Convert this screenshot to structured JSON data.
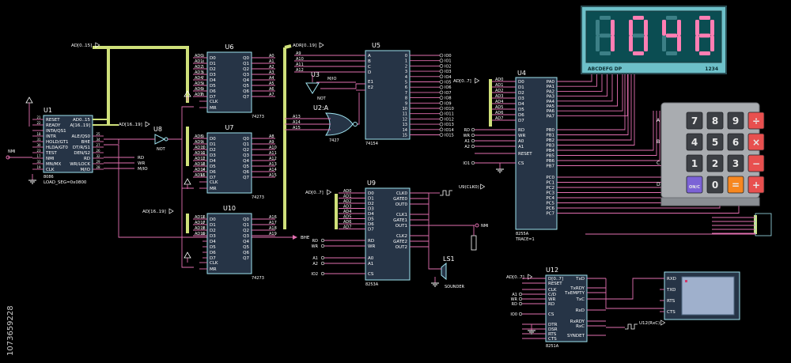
{
  "colors": {
    "background": "#000000",
    "wire": "#e26fb0",
    "bus": "#cfe07a",
    "chip_border": "#9fe4f0",
    "chip_fill": "#263446",
    "text": "#ffffff",
    "seg_on": "#ff7eb3",
    "seg_off": "#3c7f86",
    "display_bg": "#6dc0c9",
    "keypad_body": "#a9acb0",
    "key_dark": "#3c3f44",
    "key_red": "#e8504f",
    "key_orange": "#f7871f",
    "key_purple": "#7b62d6",
    "rx_panel": "#9fb0cc"
  },
  "watermark": "1073659228",
  "u1": {
    "ref": "U1",
    "part": "8086",
    "note": "LOAD_SEG=0x0800",
    "left_pins": [
      "RESET",
      "READY",
      "INTA/QS1",
      "INTR",
      "HOLD/GT1",
      "HLDA/GT0",
      "TEST",
      "NMI",
      "MN/MX",
      "CLK"
    ],
    "left_nums": [
      "21",
      "22",
      "",
      "18",
      "31",
      "30",
      "23",
      "17",
      "33",
      "19"
    ],
    "right_pins": [
      "AD0..15",
      "A[16..19]",
      "",
      "ALE/QS0",
      "BHE",
      "DT/R/S1",
      "DEN/S2",
      "RD",
      "WR/LOCK",
      "M/IO"
    ],
    "right_nums": [
      "",
      "",
      "",
      "25",
      "34",
      "27",
      "26",
      "32",
      "29",
      "28"
    ]
  },
  "u8": {
    "ref": "U8",
    "part": "NOT"
  },
  "u6": {
    "ref": "U6",
    "part": "74273",
    "in_nets": [
      "AD0",
      "AD1",
      "AD2",
      "AD3",
      "AD4",
      "AD5",
      "AD6",
      "AD7"
    ],
    "out_nets": [
      "A0",
      "A1",
      "A2",
      "A3",
      "A4",
      "A5",
      "A6",
      "A7"
    ],
    "d_pins": [
      "D0",
      "D1",
      "D2",
      "D3",
      "D4",
      "D5",
      "D6",
      "D7"
    ],
    "q_pins": [
      "Q0",
      "Q1",
      "Q2",
      "Q3",
      "Q4",
      "Q5",
      "Q6",
      "Q7"
    ],
    "ctrl": [
      "CLK",
      "MR"
    ]
  },
  "u7": {
    "ref": "U7",
    "part": "74273",
    "in_nets": [
      "AD8",
      "AD9",
      "AD10",
      "AD11",
      "AD12",
      "AD13",
      "AD14",
      "AD15"
    ],
    "out_nets": [
      "A8",
      "A9",
      "A10",
      "A11",
      "A12",
      "A13",
      "A14",
      "A15"
    ],
    "d_pins": [
      "D0",
      "D1",
      "D2",
      "D3",
      "D4",
      "D5",
      "D6",
      "D7"
    ],
    "q_pins": [
      "Q0",
      "Q1",
      "Q2",
      "Q3",
      "Q4",
      "Q5",
      "Q6",
      "Q7"
    ],
    "ctrl": [
      "CLK",
      "MR"
    ]
  },
  "u10": {
    "ref": "U10",
    "part": "74273",
    "in_nets": [
      "AD16",
      "AD17",
      "AD18",
      "AD19",
      "",
      "",
      "",
      ""
    ],
    "out_nets": [
      "A16",
      "A17",
      "A18",
      "A19",
      "",
      "",
      "",
      ""
    ],
    "d_pins": [
      "D0",
      "D1",
      "D2",
      "D3",
      "D4",
      "D5",
      "D6",
      "D7"
    ],
    "q_pins": [
      "Q0",
      "Q1",
      "Q2",
      "Q3",
      "Q4",
      "Q5",
      "Q6",
      "Q7"
    ],
    "ctrl": [
      "CLK",
      "MR"
    ]
  },
  "u5": {
    "ref": "U5",
    "part": "74154",
    "in_nets": [
      "A9",
      "A10",
      "A11",
      "A12"
    ],
    "in_pins": [
      "A",
      "B",
      "C",
      "D"
    ],
    "enable_pins": [
      "E1",
      "E2"
    ],
    "outputs": [
      "IO0",
      "IO1",
      "IO2",
      "IO3",
      "IO4",
      "IO5",
      "IO6",
      "IO7",
      "IO8",
      "IO9",
      "IO10",
      "IO11",
      "IO12",
      "IO13",
      "IO14",
      "IO15"
    ]
  },
  "u3": {
    "ref": "U3",
    "part": "NOT"
  },
  "u2a": {
    "ref": "U2:A",
    "part": "7427",
    "in_nets": [
      "A13",
      "A14",
      "A15"
    ]
  },
  "u9": {
    "ref": "U9",
    "part": "8253A",
    "in_nets": [
      "AD0",
      "AD1",
      "AD2",
      "AD3",
      "AD4",
      "AD5",
      "AD6",
      "AD7"
    ],
    "d_pins": [
      "D0",
      "D1",
      "D2",
      "D3",
      "D4",
      "D5",
      "D6",
      "D7"
    ],
    "ctrl_nets": [
      "RD",
      "WR",
      "A1",
      "A2",
      "IO2"
    ],
    "ctrl_pins": [
      "RD",
      "WR",
      "A0",
      "A1",
      "CS"
    ],
    "out_pins": [
      "CLK0",
      "GATE0",
      "OUT0",
      "CLK1",
      "GATE1",
      "OUT1",
      "CLK2",
      "GATE2",
      "OUT2"
    ],
    "probe": "U9(CLK0)"
  },
  "u4": {
    "ref": "U4",
    "part": "8255A",
    "note": "TRACE=1",
    "in_nets": [
      "AD0",
      "AD1",
      "AD2",
      "AD3",
      "AD4",
      "AD5",
      "AD6",
      "AD7"
    ],
    "d_pins": [
      "D0",
      "D1",
      "D2",
      "D3",
      "D4",
      "D5",
      "D6",
      "D7"
    ],
    "ctrl_nets": [
      "RD",
      "WR",
      "A1",
      "A2",
      "",
      "IO1"
    ],
    "ctrl_pins": [
      "RD",
      "WR",
      "A0",
      "A1",
      "RESET",
      "CS"
    ],
    "pa": [
      "PA0",
      "PA1",
      "PA2",
      "PA3",
      "PA4",
      "PA5",
      "PA6",
      "PA7"
    ],
    "pb": [
      "PB0",
      "PB1",
      "PB2",
      "PB3",
      "PB4",
      "PB5",
      "PB6",
      "PB7"
    ],
    "pc": [
      "PC0",
      "PC1",
      "PC2",
      "PC3",
      "PC4",
      "PC5",
      "PC6",
      "PC7"
    ]
  },
  "u12": {
    "ref": "U12",
    "part": "8251A",
    "left_pins": [
      "D[0..7]",
      "RESET",
      "CLK",
      "C/D",
      "WR",
      "RD",
      "CS",
      "DTR",
      "DSR",
      "RTS",
      "CTS"
    ],
    "left_nets": [
      "AD[0..7]",
      "",
      "",
      "A1",
      "WR",
      "RD",
      "IO0",
      "",
      "",
      "",
      ""
    ],
    "right_pins": [
      "TxD",
      "",
      "TxRDY",
      "TxEMPTY",
      "TxC",
      "RxD",
      "",
      "RxRDY",
      "RxC",
      "",
      "SYNDET"
    ],
    "probe": "U12(RxC)"
  },
  "terminal": {
    "pins": [
      "RXD",
      "TXD",
      "RTS",
      "CTS"
    ]
  },
  "display": {
    "digits": [
      "1",
      "0",
      "4",
      "8"
    ],
    "seg_label": "ABCDEFG DP",
    "pos_label": "1234"
  },
  "keypad": {
    "col_labels": [
      "A",
      "B",
      "C",
      "D"
    ],
    "keys": [
      "7",
      "8",
      "9",
      "÷",
      "4",
      "5",
      "6",
      "×",
      "1",
      "2",
      "3",
      "−",
      "ON/C",
      "0",
      "=",
      "+"
    ]
  },
  "sounder": {
    "ref": "LS1",
    "part": "SOUNDER"
  },
  "bus_labels": {
    "ad015": "AD[0..15]",
    "a1619": "AD[16..19]",
    "adr019": "ADR[0..19]",
    "ad07": "AD[0..7]",
    "bhe": "BHE",
    "mio": "M/IO",
    "nmi": "NMI",
    "rd": "RD",
    "wr": "WR"
  }
}
